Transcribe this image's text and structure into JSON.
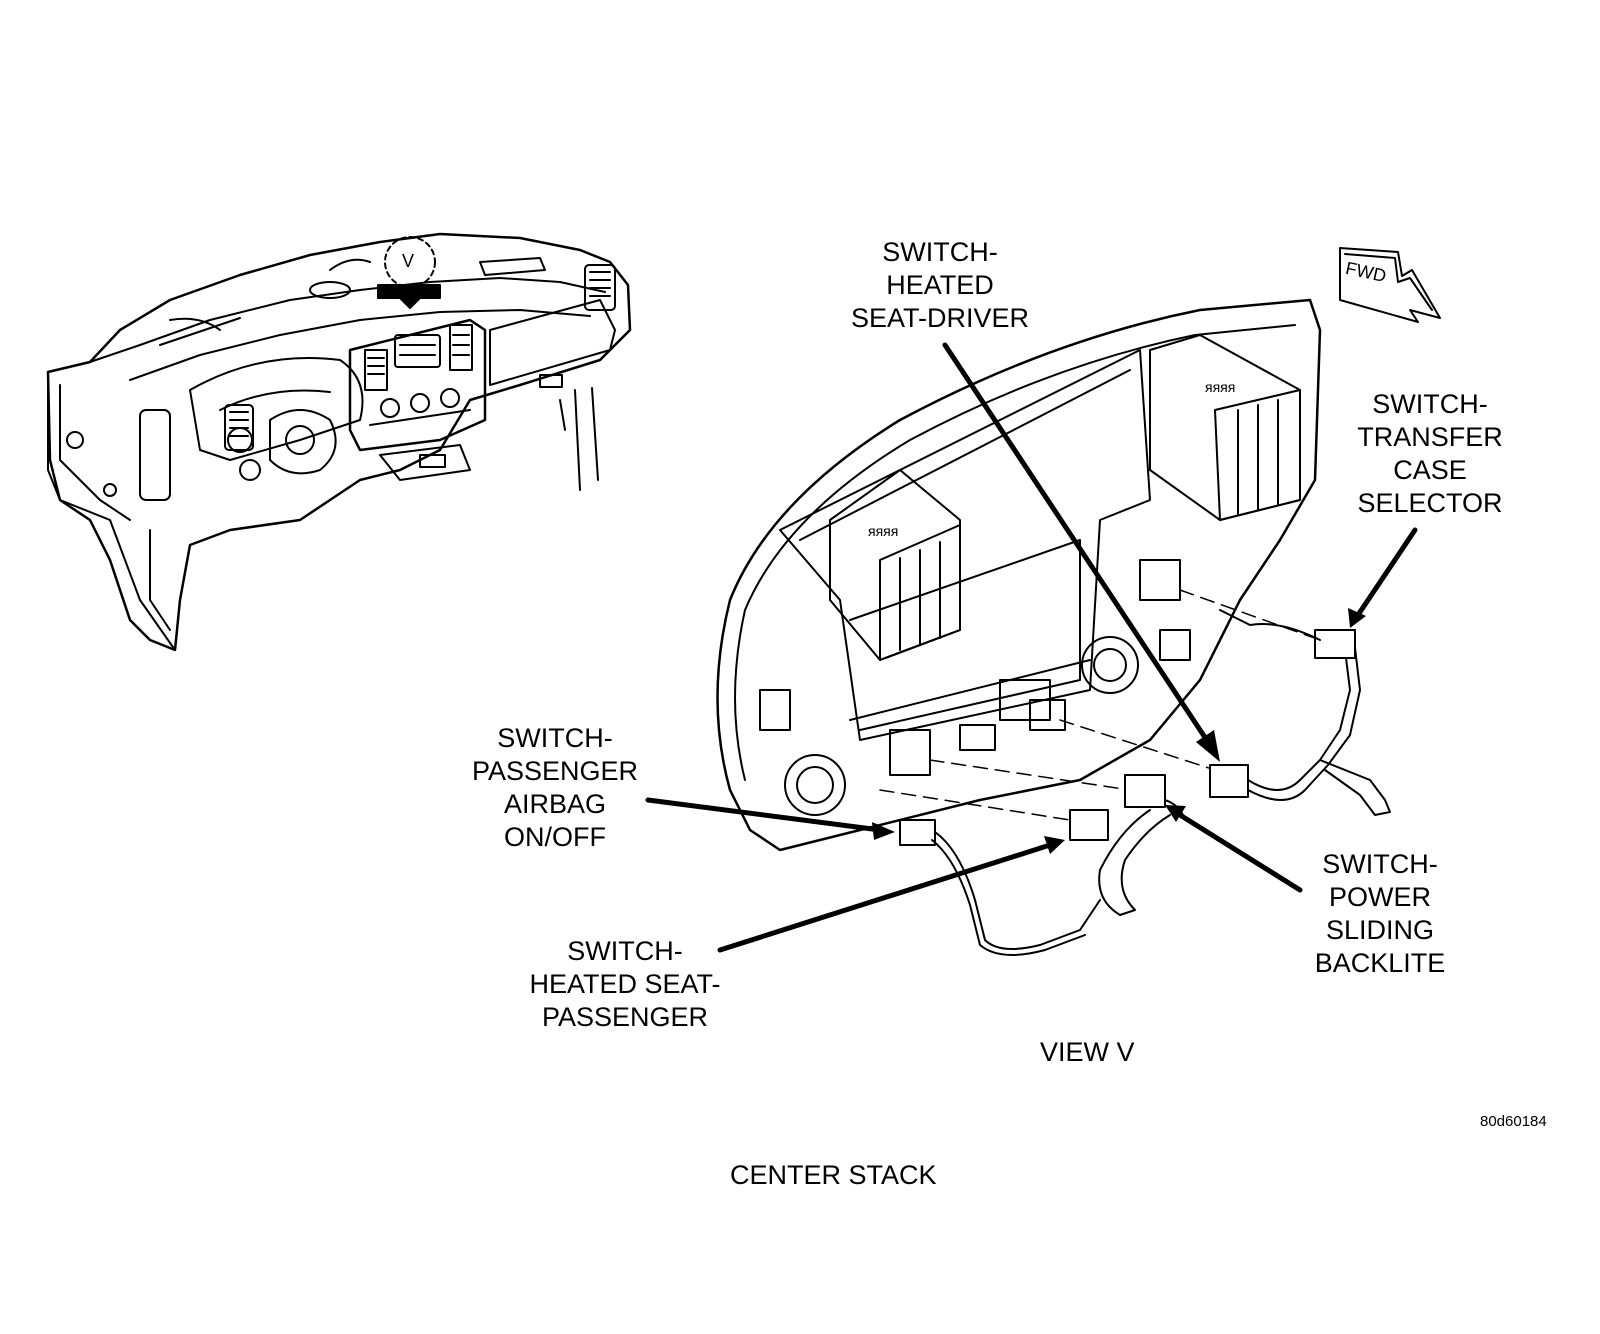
{
  "labels": {
    "driver_seat": [
      "SWITCH-",
      "HEATED",
      "SEAT-DRIVER"
    ],
    "transfer_case": [
      "SWITCH-",
      "TRANSFER",
      "CASE",
      "SELECTOR"
    ],
    "airbag": [
      "SWITCH-",
      "PASSENGER",
      "AIRBAG",
      "ON/OFF"
    ],
    "power_backlite": [
      "SWITCH-",
      "POWER",
      "SLIDING",
      "BACKLITE"
    ],
    "passenger_seat": [
      "SWITCH-",
      "HEATED SEAT-",
      "PASSENGER"
    ]
  },
  "view_label": "VIEW V",
  "view_marker": "V",
  "fwd_label": "FWD",
  "figure_id": "80d60184",
  "caption": "CENTER STACK"
}
